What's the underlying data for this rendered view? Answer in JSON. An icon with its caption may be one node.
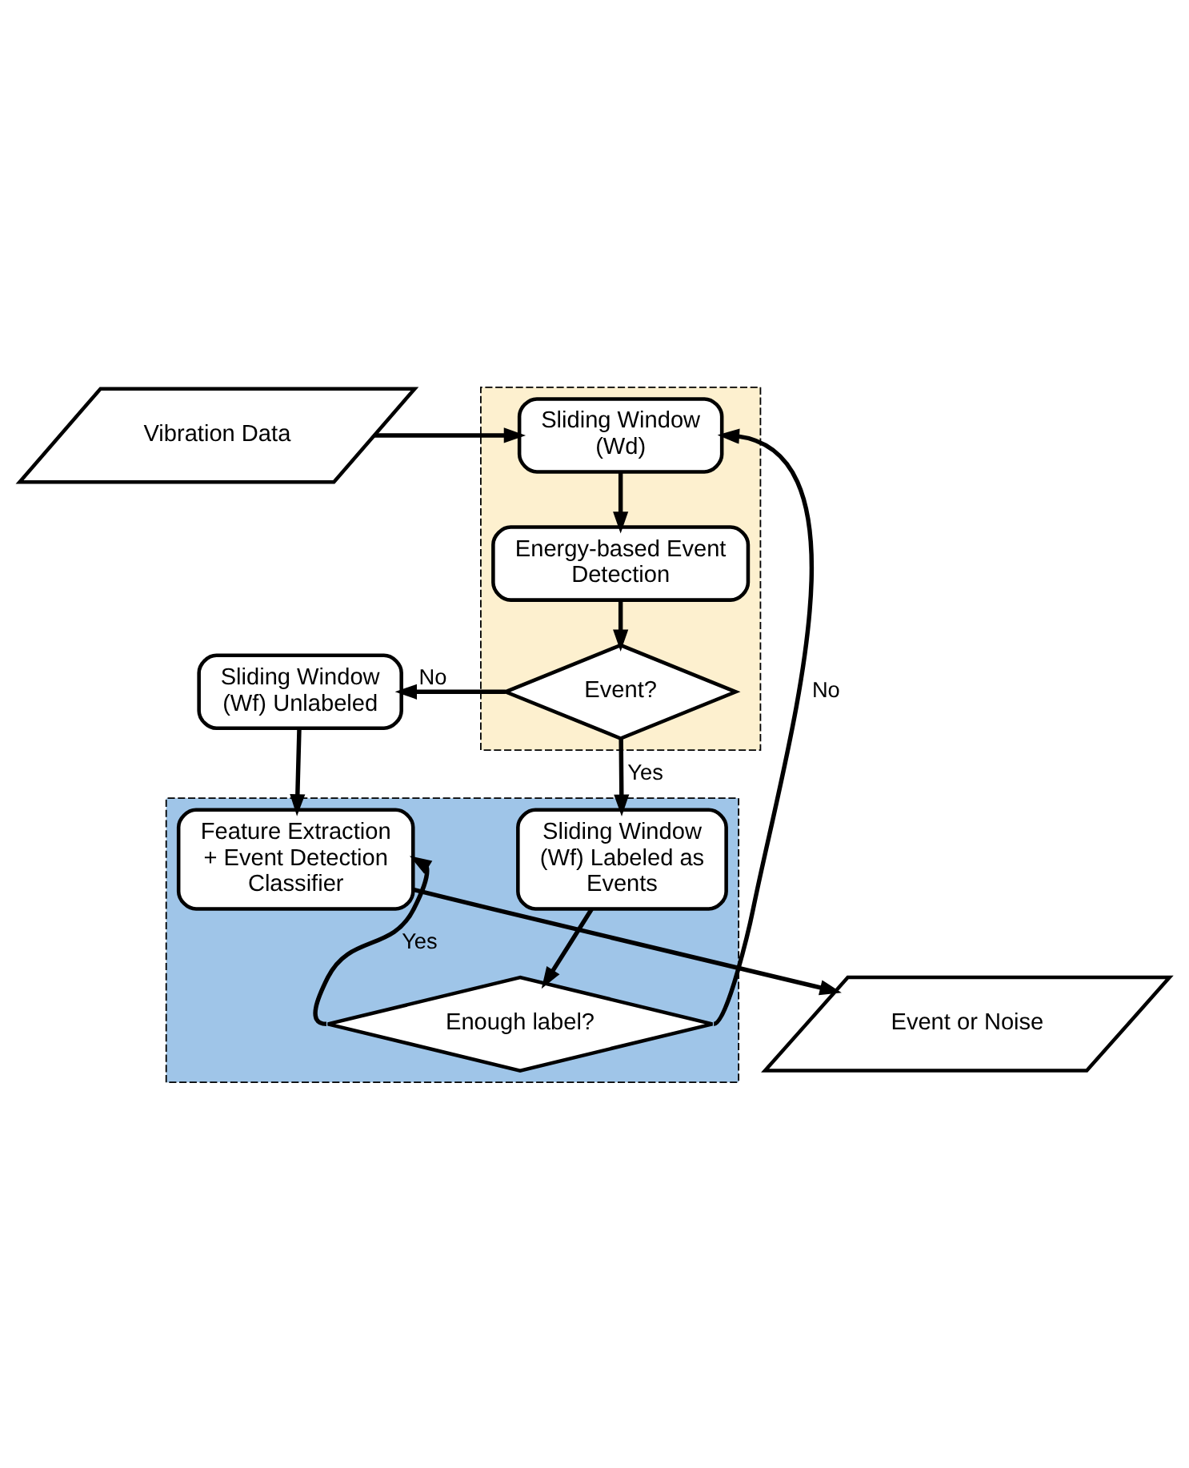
{
  "diagram": {
    "nodes": [
      {
        "text": [
          "Vibration Data"
        ]
      },
      {
        "text": [],
        "shape": "box"
      },
      {
        "text": [
          "Sliding Window (Wd)"
        ],
        "in": 1
      },
      {
        "text": [
          "Energy-based Event Detection"
        ],
        "in": 1
      },
      {
        "text": [
          "Event?"
        ],
        "in": 1
      },
      {
        "text": [
          "Sliding Window (Wf) Unlabeled"
        ]
      },
      {
        "text": [],
        "shape": "box"
      },
      {
        "text": [
          "Feature Extraction + Event Detection Classifier"
        ],
        "in": 6
      },
      {
        "text": [
          "Sliding Window (Wf) Labeled as Events"
        ],
        "in": 6
      },
      {
        "text": [
          "Enough label?"
        ],
        "in": 6
      },
      {
        "text": [
          "Event or Noise"
        ]
      }
    ],
    "edges": [
      {
        "from": 0,
        "to": 2,
        "arrow": "to"
      },
      {
        "from": 2,
        "to": 3,
        "arrow": "to"
      },
      {
        "from": 3,
        "to": 4,
        "arrow": "to"
      },
      {
        "from": 4,
        "to": 5,
        "arrow": "to",
        "label": "No"
      },
      {
        "from": 4,
        "to": 8,
        "arrow": "to",
        "label": "Yes"
      },
      {
        "from": 5,
        "to": 7,
        "arrow": "to"
      },
      {
        "from": 8,
        "to": 9,
        "arrow": "to"
      },
      {
        "from": 9,
        "to": 7,
        "arrow": "to",
        "label": "Yes"
      },
      {
        "from": 9,
        "to": 2,
        "arrow": "to",
        "label": "No"
      },
      {
        "from": 7,
        "to": 10,
        "arrow": "to"
      }
    ]
  }
}
